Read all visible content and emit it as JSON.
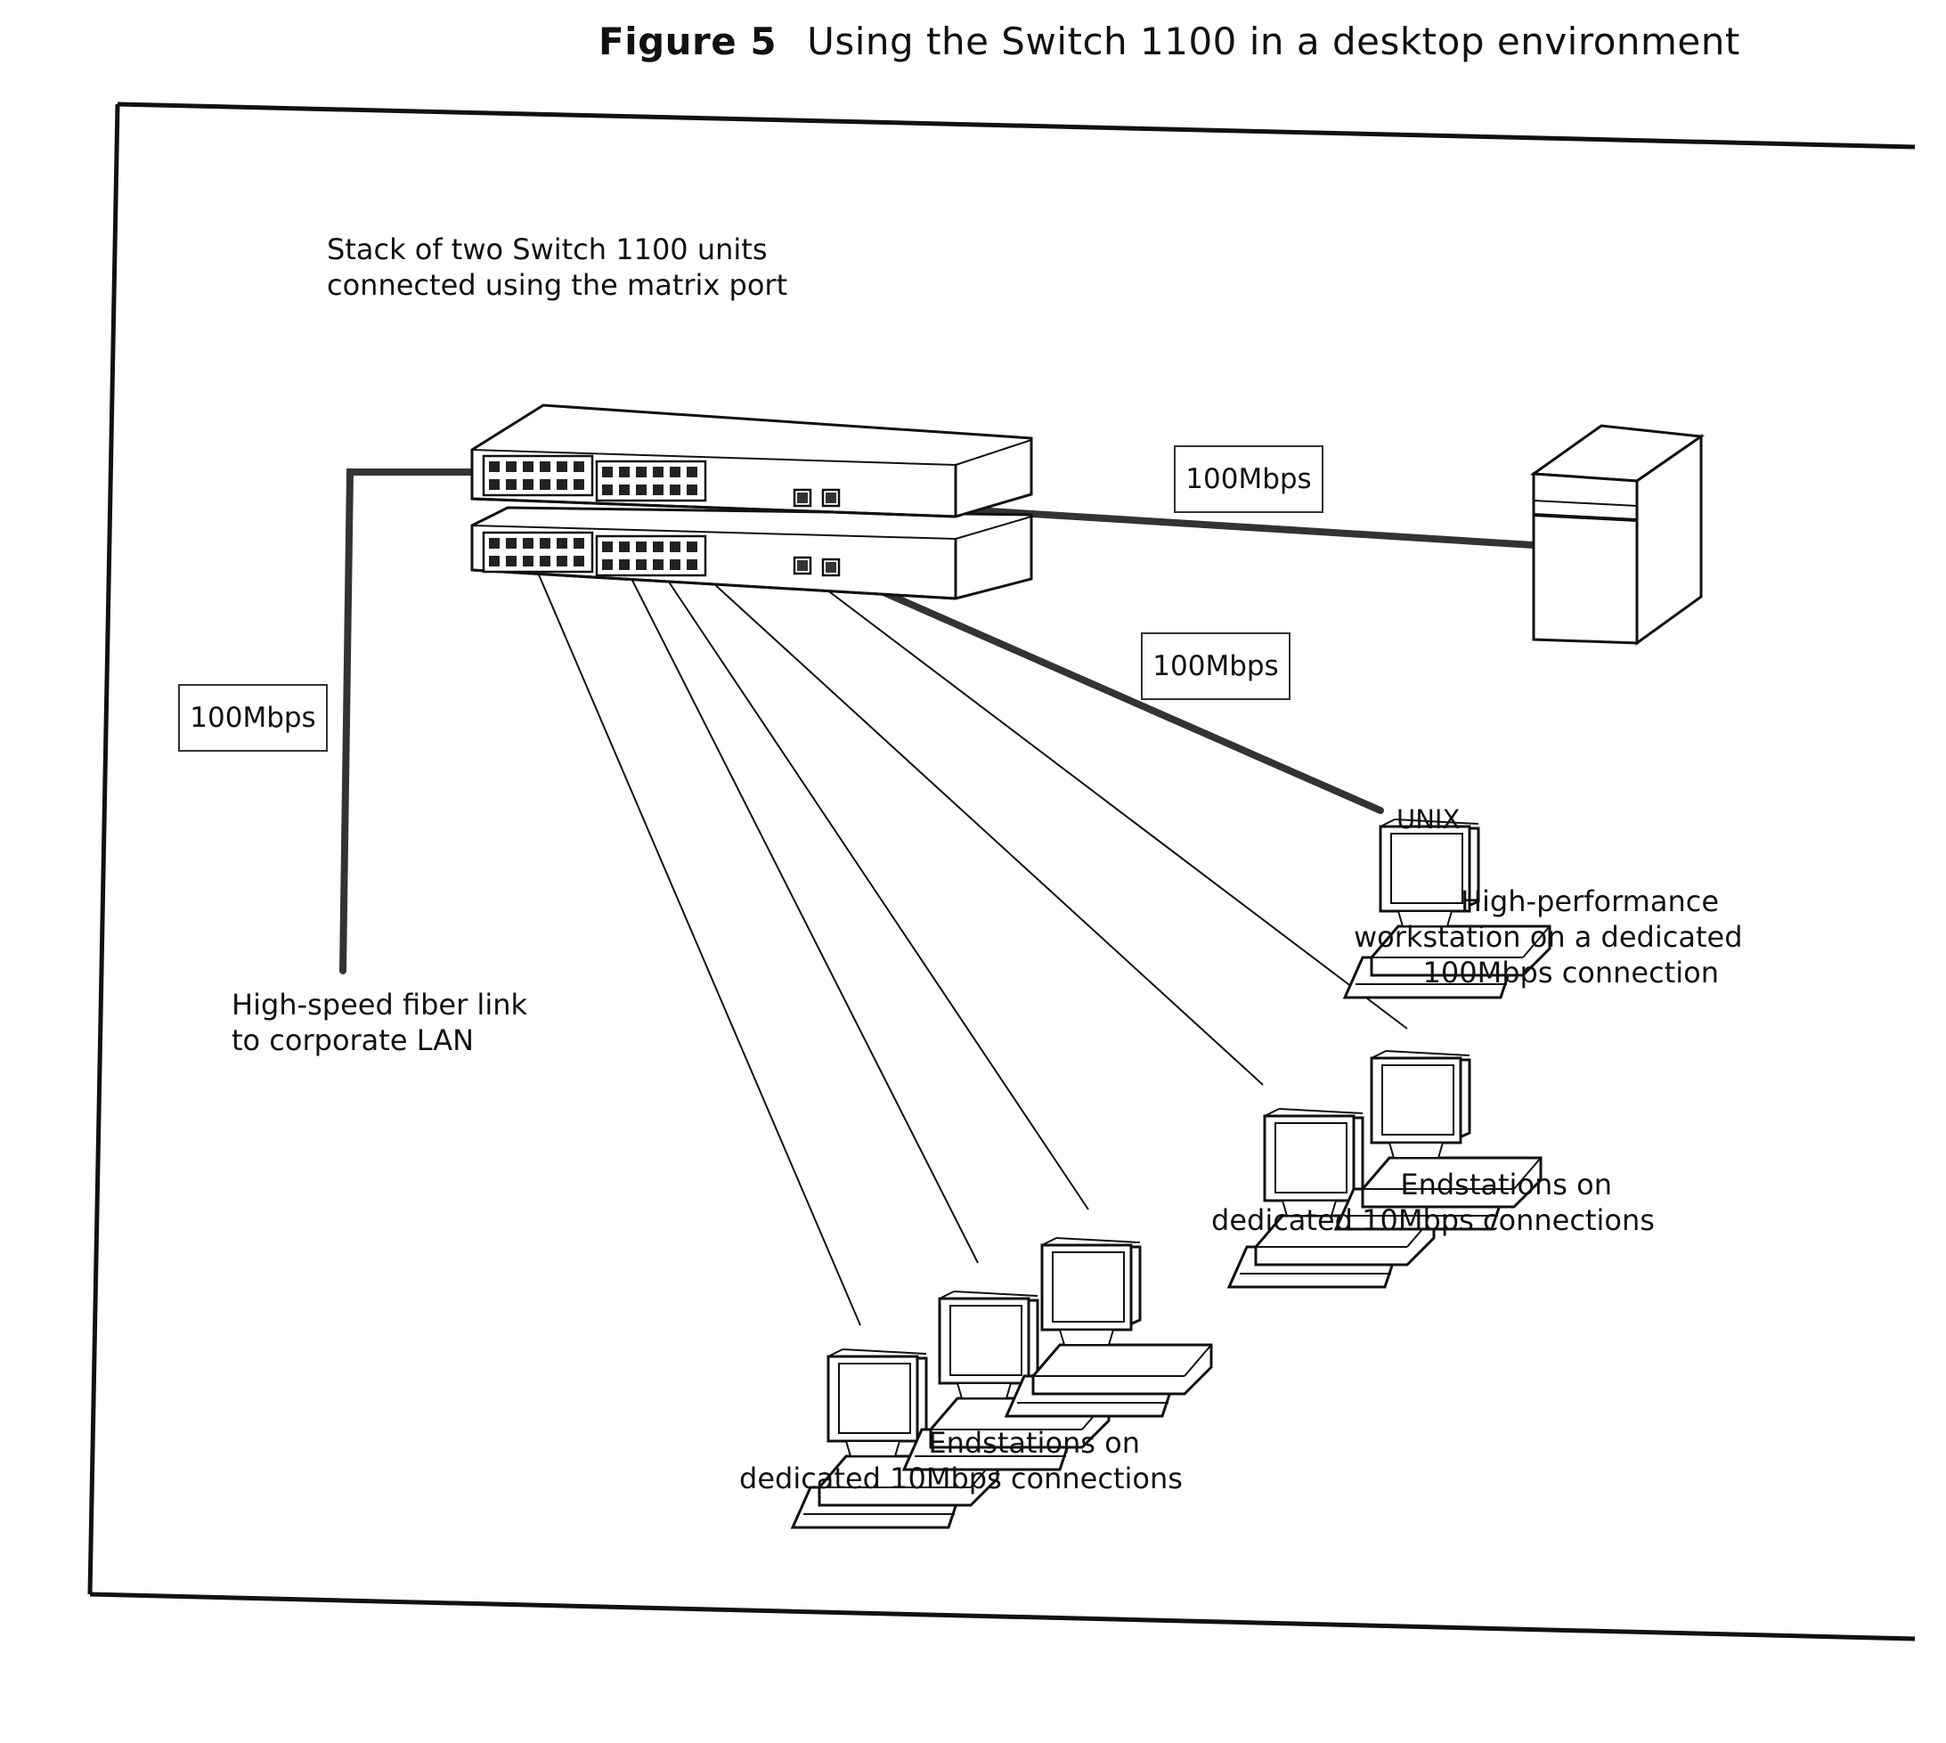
{
  "figure": {
    "number": "Figure 5",
    "title": "Using the Switch 1100 in a desktop environment"
  },
  "labels": {
    "stack": [
      "Stack of two Switch 1100 units",
      "connected using the matrix port"
    ],
    "fiber": [
      "High-speed fiber link",
      "to corporate LAN"
    ],
    "workstation": [
      "High-performance",
      "workstation on a dedicated",
      "100Mbps connection"
    ],
    "endstations_right": [
      "Endstations on",
      "dedicated 10Mbps connections"
    ],
    "endstations_bottom": [
      "Endstations on",
      "dedicated 10Mbps connections"
    ]
  },
  "speed_labels": {
    "server": "100Mbps",
    "workstation": "100Mbps",
    "fiber": "100Mbps"
  },
  "workstation_screen": "UNIX"
}
